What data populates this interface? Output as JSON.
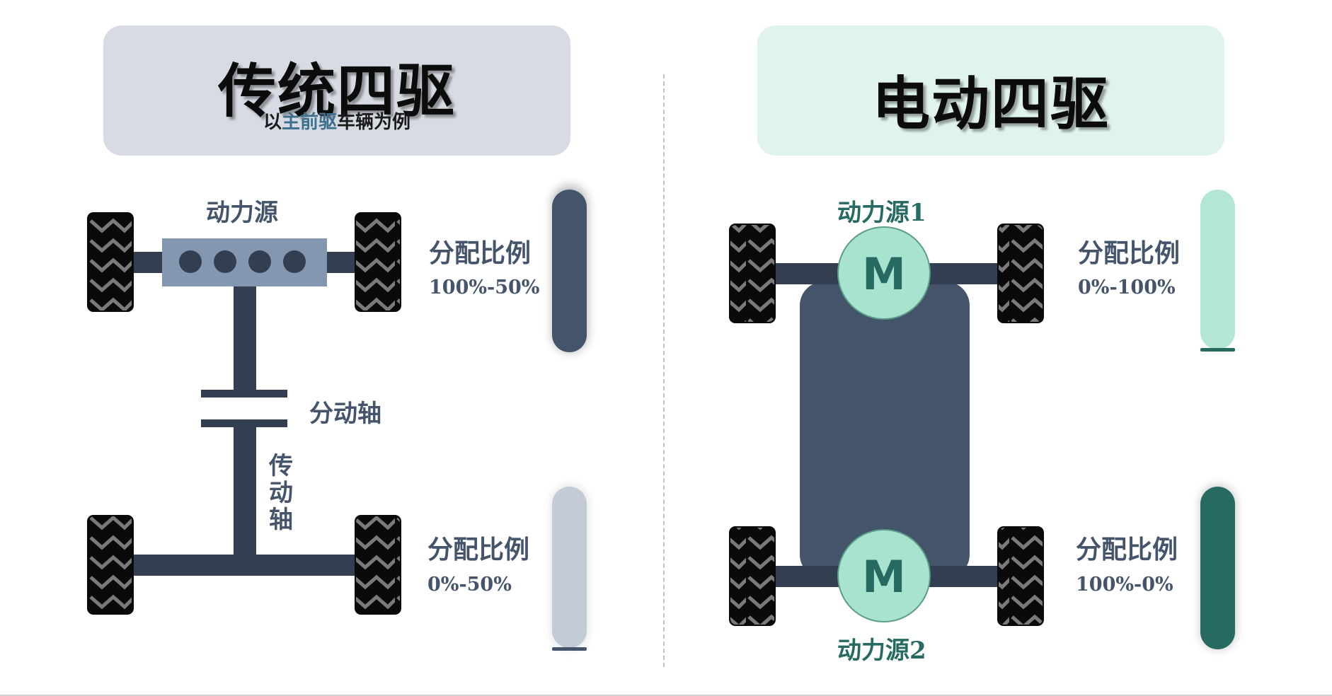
{
  "left": {
    "title": "传统四驱",
    "subtitle": {
      "prefix": "以",
      "highlight": "主前驱",
      "suffix": "车辆为例"
    },
    "power_source": "动力源",
    "transfer_shaft": "分动轴",
    "drive_shaft": "传动轴",
    "front": {
      "label": "分配比例",
      "range": "100%-50%"
    },
    "rear": {
      "label": "分配比例",
      "range": "0%-50%"
    }
  },
  "right": {
    "title": "电动四驱",
    "power_source_1": "动力源1",
    "power_source_2": "动力源2",
    "motor_front": "M",
    "motor_rear": "M",
    "front": {
      "label": "分配比例",
      "range": "0%-100%"
    },
    "rear": {
      "label": "分配比例",
      "range": "100%-0%"
    }
  },
  "colors": {
    "left_card": "#d7dce4",
    "right_card": "#e0f3ee",
    "axle": "#333f50",
    "engine": "#8497b0",
    "chassis": "#44546a",
    "motor": "#a8e3cf",
    "bar_dark": "#44546a",
    "bar_light": "#c3cbd6",
    "bar_mint": "#b4e6d5",
    "bar_teal": "#266a62"
  }
}
